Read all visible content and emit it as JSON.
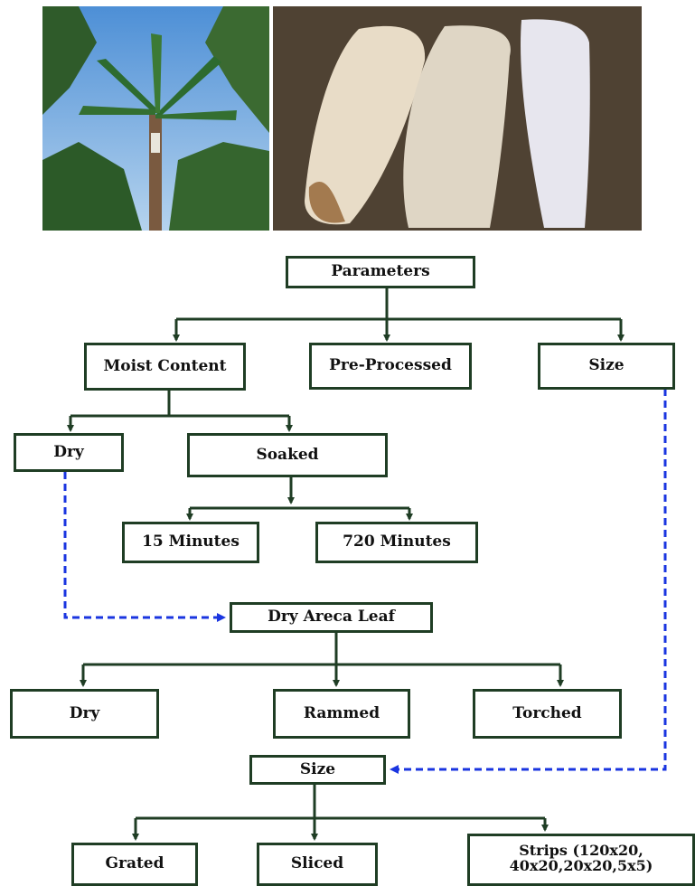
{
  "flowchart": {
    "root": "Parameters",
    "level1": [
      "Moist Content",
      "Pre-Processed",
      "Size"
    ],
    "moisture": [
      "Dry",
      "Soaked"
    ],
    "soak_times": [
      "15 Minutes",
      "720 Minutes"
    ],
    "dry_leaf": "Dry Areca Leaf",
    "treatments": [
      "Dry",
      "Rammed",
      "Torched"
    ],
    "size": "Size",
    "size_types": [
      "Grated",
      "Sliced",
      "Strips (120x20, 40x20,20x20,5x5)"
    ]
  },
  "colors": {
    "box_border": "#1f3d24",
    "arrow": "#1f3d24",
    "dashed_arrow": "#1a35e0"
  }
}
